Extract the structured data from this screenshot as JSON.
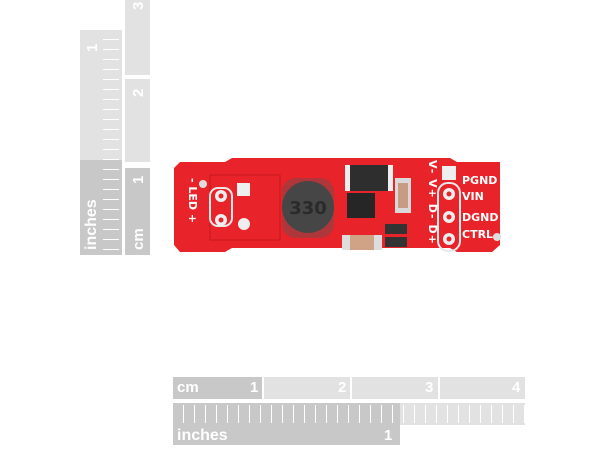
{
  "vertical_ruler": {
    "inches_label": "inches",
    "inch_marks": [
      "1"
    ],
    "cm_label": "cm",
    "cm_marks": [
      "1",
      "2",
      "3"
    ]
  },
  "horizontal_ruler": {
    "cm_label": "cm",
    "cm_marks": [
      "1",
      "2",
      "3",
      "4"
    ],
    "inches_label": "inches",
    "inch_marks": [
      "1"
    ]
  },
  "board": {
    "color": "#e8232a",
    "led_label": "- LED +",
    "inductor_marking": "330",
    "pin_labels": [
      "PGND",
      "VIN",
      "DGND",
      "CTRL"
    ],
    "side_labels": [
      "V-",
      "V+",
      "D-",
      "D+"
    ]
  }
}
